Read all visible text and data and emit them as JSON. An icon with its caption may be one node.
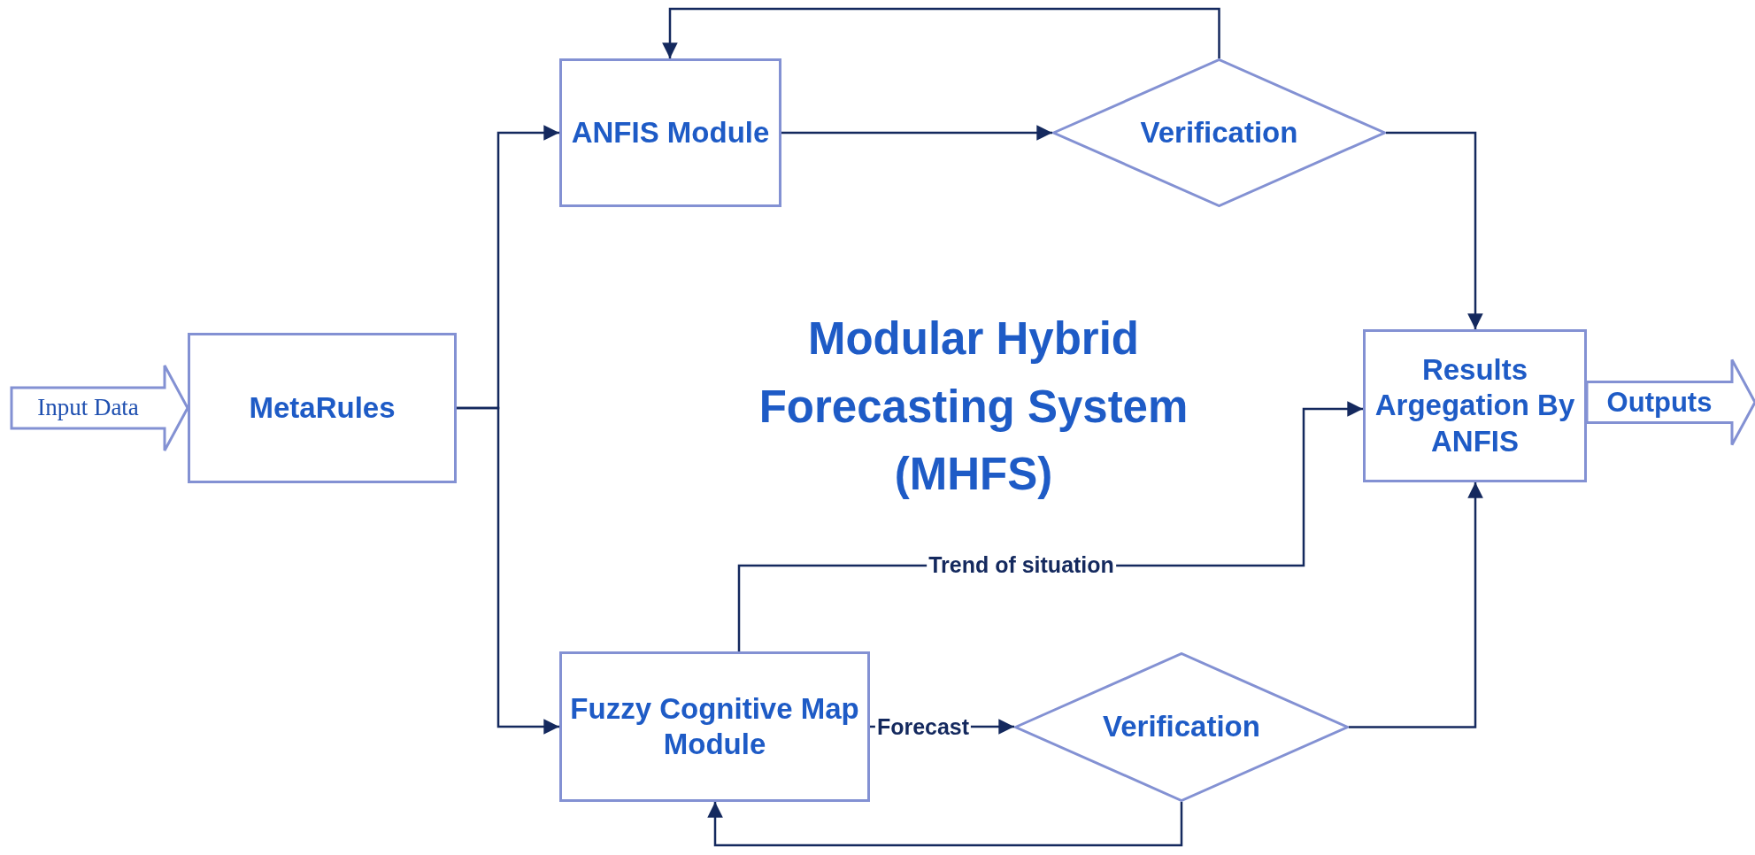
{
  "diagram": {
    "title": "Modular Hybrid Forecasting System (MHFS)",
    "nodes": [
      {
        "text": [
          "MetaRules"
        ]
      },
      {
        "text": [
          "ANFIS Module"
        ]
      },
      {
        "text": [
          "Verification"
        ]
      },
      {
        "text": [
          "Results Argegation By ANFIS"
        ]
      },
      {
        "text": [
          "Fuzzy Cognitive Map Module"
        ]
      },
      {
        "text": [
          "Verification"
        ]
      }
    ],
    "edges": [
      {
        "from": null,
        "to": 0,
        "arrow": "to",
        "label": "Input Data",
        "style": "thick"
      },
      {
        "from": 0,
        "to": 1,
        "arrow": "to"
      },
      {
        "from": 0,
        "to": 4,
        "arrow": "to"
      },
      {
        "from": 1,
        "to": 2,
        "arrow": "to"
      },
      {
        "from": 2,
        "to": 1,
        "arrow": "to"
      },
      {
        "from": 2,
        "to": 3,
        "arrow": "to"
      },
      {
        "from": 4,
        "to": 3,
        "arrow": "to",
        "label": "Trend of situation"
      },
      {
        "from": 4,
        "to": 5,
        "arrow": "to",
        "label": "Forecast"
      },
      {
        "from": 5,
        "to": 4,
        "arrow": "to"
      },
      {
        "from": 5,
        "to": 3,
        "arrow": "to"
      },
      {
        "from": 3,
        "to": null,
        "arrow": "to",
        "label": "Outputs",
        "style": "thick"
      }
    ]
  }
}
